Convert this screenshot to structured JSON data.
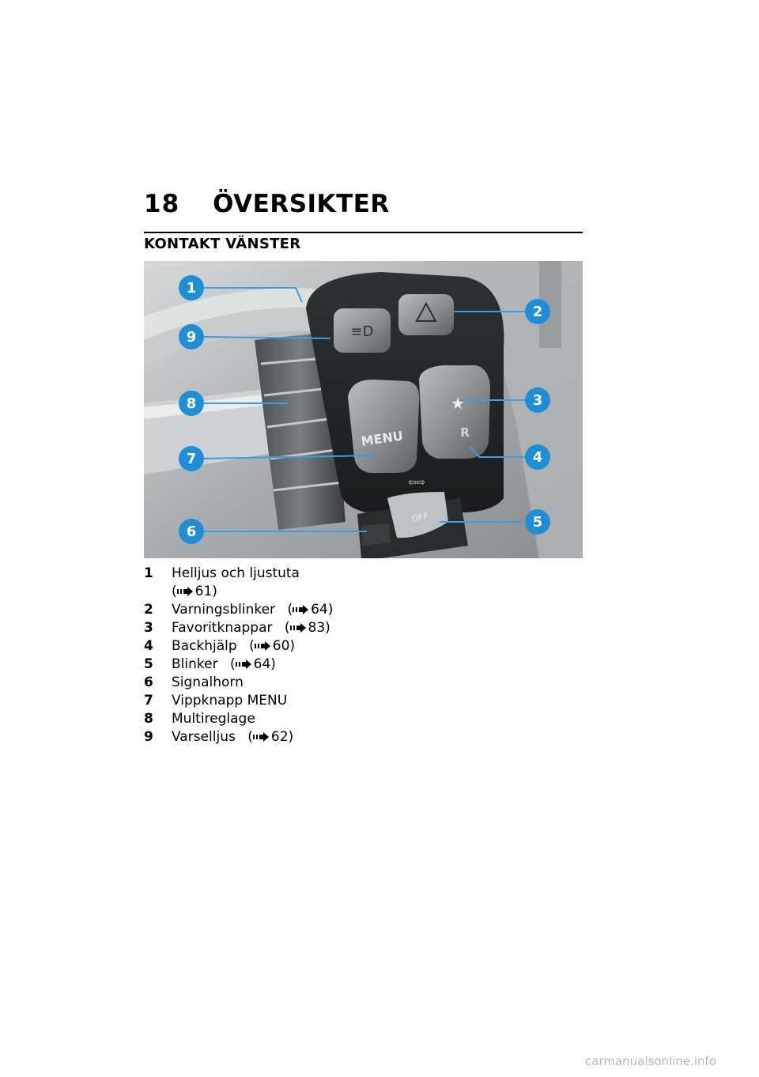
{
  "header": {
    "page_number": "18",
    "chapter_title": "ÖVERSIKTER"
  },
  "section_title": "KONTAKT VÄNSTER",
  "figure": {
    "callouts": [
      "1",
      "2",
      "3",
      "4",
      "5",
      "6",
      "7",
      "8",
      "9"
    ],
    "button_labels": {
      "menu": "MENU",
      "reverse": "R",
      "off": "OFF"
    },
    "colors": {
      "callout": "#1e8fd6",
      "leader": "#3a9ee0"
    }
  },
  "legend": [
    {
      "num": "1",
      "text": "Helljus och ljustuta",
      "ref": "61)"
    },
    {
      "num": "2",
      "text": "Varningsblinker",
      "ref": "64)"
    },
    {
      "num": "3",
      "text": "Favoritknappar",
      "ref": "83)"
    },
    {
      "num": "4",
      "text": "Backhjälp",
      "ref": "60)"
    },
    {
      "num": "5",
      "text": "Blinker",
      "ref": "64)"
    },
    {
      "num": "6",
      "text": "Signalhorn"
    },
    {
      "num": "7",
      "text": "Vippknapp MENU"
    },
    {
      "num": "8",
      "text": "Multireglage"
    },
    {
      "num": "9",
      "text": "Varselljus",
      "ref": "62)"
    }
  ],
  "ref_open": "(",
  "ref_icon": "page-reference-arrow-icon",
  "watermark": "carmanualsonline.info"
}
